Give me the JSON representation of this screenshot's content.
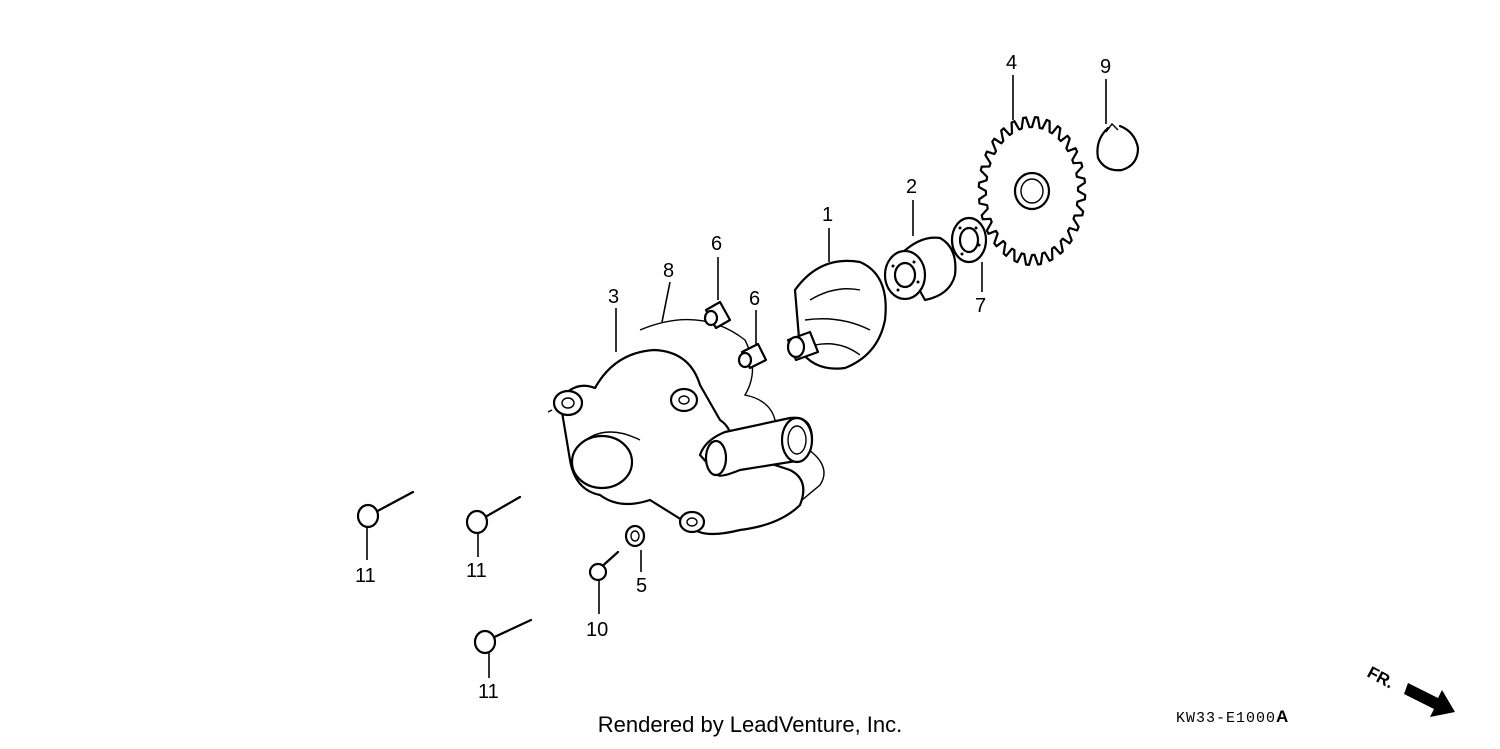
{
  "callouts": {
    "c1": "1",
    "c2": "2",
    "c3": "3",
    "c4": "4",
    "c5": "5",
    "c6a": "6",
    "c6b": "6",
    "c7": "7",
    "c8": "8",
    "c9": "9",
    "c10": "10",
    "c11a": "11",
    "c11b": "11",
    "c11c": "11"
  },
  "footer": {
    "rendered_by": "Rendered by LeadVenture, Inc.",
    "diagram_code": "KW33-E1000",
    "diagram_code_suffix": "A"
  },
  "orientation": {
    "label": "FR.",
    "icon": "front-direction-arrow-icon"
  }
}
